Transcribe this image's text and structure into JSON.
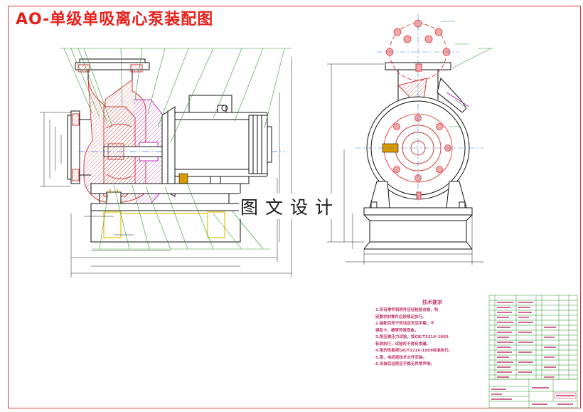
{
  "title": "AO-单级单吸离心泵装配图",
  "watermark": "图文设计",
  "technical_requirements": {
    "title": "技术要求",
    "lines": [
      "1.所有零件和附件应经检验合格，特",
      "  别要求的零件应按规定执行。",
      "2.装配后转子转动应灵活平稳，不",
      "  得有卡、擦等异常现象。",
      "3.泵应做压力试验，按GB/T3216-1989",
      "  标准执行，试验时不得有渗漏。",
      "4.泵的性能按GB/T3216-1989标准执行。",
      "5.泵、电机按技术文件安装。",
      "6.安装后运转应平稳无异常声响。"
    ]
  },
  "colors": {
    "frame": "#e23a3a",
    "title": "#e8201c",
    "outline": "#111111",
    "impeller": "#d63b3b",
    "seal": "#c02cc0",
    "base": "#e8c000",
    "bolt": "#d99a00",
    "dimension": "#1d1d1d",
    "leader": "#2f9b2f",
    "centerline": "#3a7fd0",
    "table_line": "#2d8f2d",
    "table_text": "#c23a6a"
  }
}
